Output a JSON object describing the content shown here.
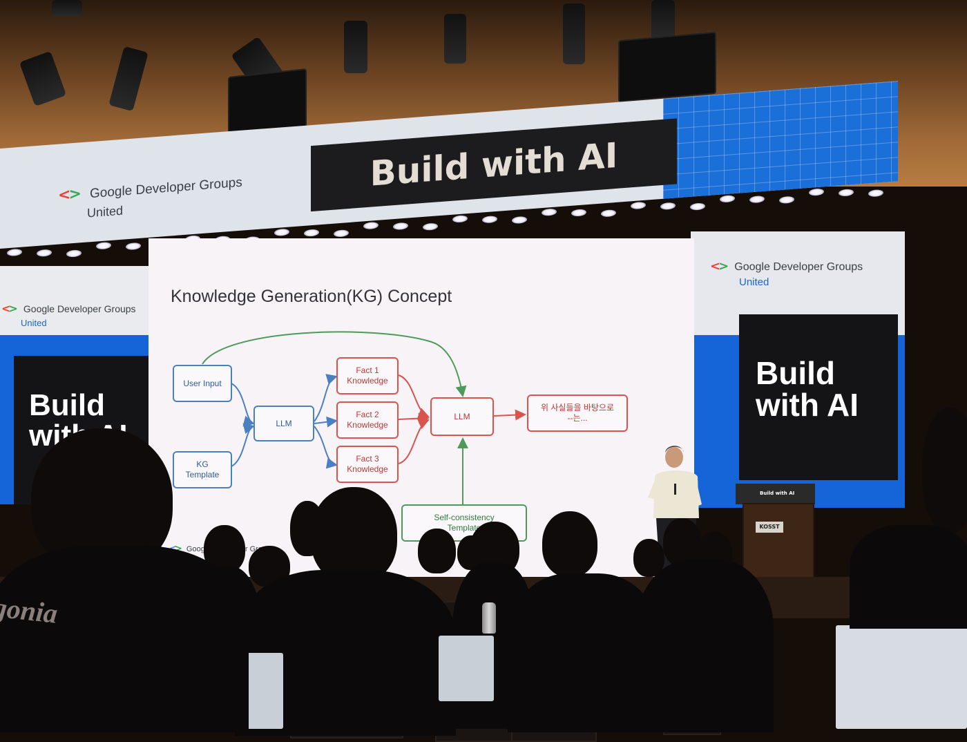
{
  "banner": {
    "title": "Build with AI",
    "logo_name": "Google Developer Groups",
    "logo_sub": "United"
  },
  "slide": {
    "title": "Knowledge Generation(KG) Concept",
    "nodes": {
      "user_input": "User Input",
      "kg_template": "KG\nTemplate",
      "llm_first": "LLM",
      "fact1": "Fact 1\nKnowledge",
      "fact2": "Fact 2\nKnowledge",
      "fact3": "Fact 3\nKnowledge",
      "llm_second": "LLM",
      "output": "위 사실들을 바탕으로\n--는...",
      "self_consistency": "Self-consistency\nTemplate"
    },
    "footer_logo": "Google Developer Groups"
  },
  "left_panel": {
    "logo_name": "Google Developer Groups",
    "logo_sub": "United",
    "build_text": "Build\nwith AI"
  },
  "right_panel": {
    "logo_name": "Google Developer Groups",
    "logo_sub": "United",
    "build_text": "Build\nwith AI"
  },
  "podium": {
    "label": "Build with AI",
    "badge": "KOSST"
  },
  "audience": {
    "shirt_text": "gonia"
  },
  "colors": {
    "gdg_blue": "#4285f4",
    "gdg_red": "#ea4335",
    "gdg_green": "#34a853",
    "panel_blue": "#1565d8",
    "node_blue": "#4a7fc1",
    "node_red": "#d9534f",
    "node_green": "#4e9a5b"
  }
}
